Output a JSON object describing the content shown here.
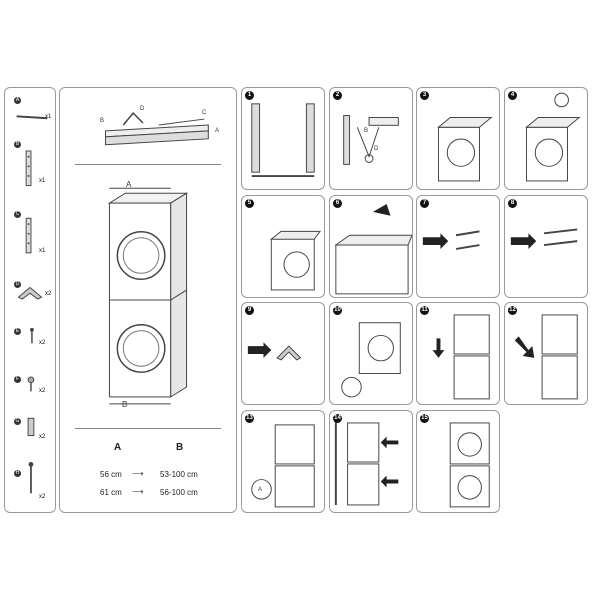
{
  "parts": [
    {
      "letter": "A",
      "qty": "x1"
    },
    {
      "letter": "B",
      "qty": "x1"
    },
    {
      "letter": "C",
      "qty": "x1"
    },
    {
      "letter": "D",
      "qty": "x2"
    },
    {
      "letter": "E",
      "qty": "x2"
    },
    {
      "letter": "F",
      "qty": "x2"
    },
    {
      "letter": "G",
      "qty": "x2"
    },
    {
      "letter": "H",
      "qty": "x2"
    }
  ],
  "overview": {
    "kit_labels": {
      "a": "A",
      "b": "B",
      "c": "C",
      "d": "D"
    },
    "dim_a": "A",
    "dim_b": "B",
    "table": {
      "col_a": "A",
      "col_b": "B",
      "rows": [
        {
          "a": "56 cm",
          "b": "53-100 cm"
        },
        {
          "a": "61 cm",
          "b": "56-100 cm"
        }
      ]
    }
  },
  "steps": [
    "1",
    "2",
    "3",
    "4",
    "5",
    "6",
    "7",
    "8",
    "9",
    "10",
    "11",
    "12",
    "13",
    "14",
    "15"
  ],
  "step_labels": {
    "s2_b": "B",
    "s2_d": "D",
    "s13_a": "A"
  }
}
